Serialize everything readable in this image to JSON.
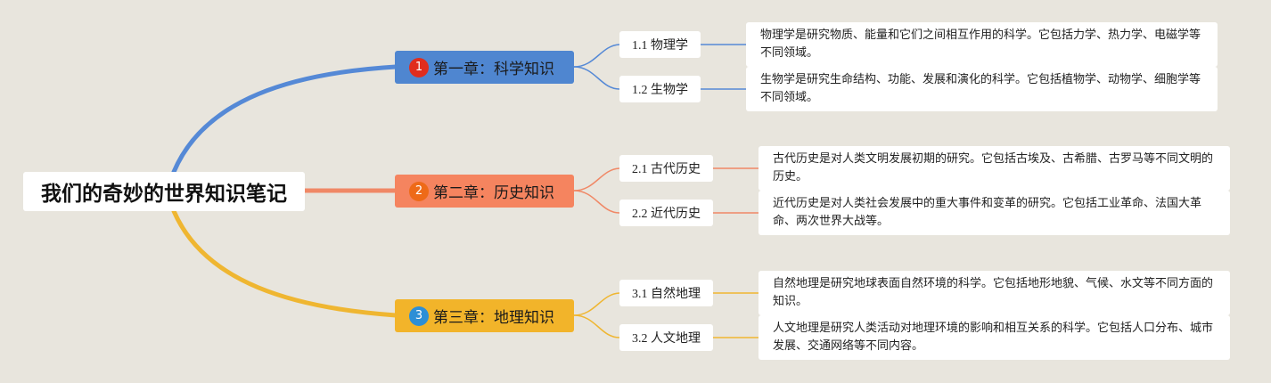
{
  "map": {
    "root": "我们的奇妙的世界知识笔记",
    "chapters": [
      {
        "num": "1",
        "title": "第一章：科学知识",
        "color": "#4f86d0",
        "num_color": "#e02d1e",
        "line_color": "#5589d6",
        "subs": [
          {
            "label": "1.1 物理学",
            "note": "物理学是研究物质、能量和它们之间相互作用的科学。它包括力学、热力学、电磁学等不同领域。"
          },
          {
            "label": "1.2 生物学",
            "note": "生物学是研究生命结构、功能、发展和演化的科学。它包括植物学、动物学、细胞学等不同领域。"
          }
        ]
      },
      {
        "num": "2",
        "title": "第二章：历史知识",
        "color": "#f5845f",
        "num_color": "#ee6a18",
        "line_color": "#f08866",
        "subs": [
          {
            "label": "2.1 古代历史",
            "note": "古代历史是对人类文明发展初期的研究。它包括古埃及、古希腊、古罗马等不同文明的历史。"
          },
          {
            "label": "2.2 近代历史",
            "note": "近代历史是对人类社会发展中的重大事件和变革的研究。它包括工业革命、法国大革命、两次世界大战等。"
          }
        ]
      },
      {
        "num": "3",
        "title": "第三章：地理知识",
        "color": "#f2b42a",
        "num_color": "#2d8fd6",
        "line_color": "#efb631",
        "subs": [
          {
            "label": "3.1 自然地理",
            "note": "自然地理是研究地球表面自然环境的科学。它包括地形地貌、气候、水文等不同方面的知识。"
          },
          {
            "label": "3.2 人文地理",
            "note": "人文地理是研究人类活动对地理环境的影响和相互关系的科学。它包括人口分布、城市发展、交通网络等不同内容。"
          }
        ]
      }
    ]
  }
}
